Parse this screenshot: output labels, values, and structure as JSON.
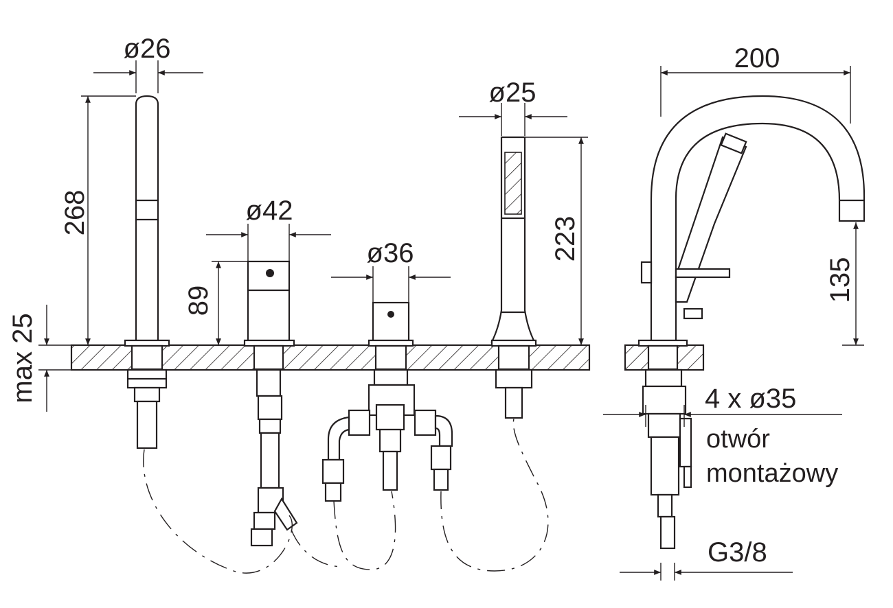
{
  "dimensions": {
    "spout_diameter": "ø26",
    "spout_height": "268",
    "mixer_diameter": "ø42",
    "mixer_height": "89",
    "diverter_diameter": "ø36",
    "handshower_diameter": "ø25",
    "handshower_height": "223",
    "deck_thickness": "max 25",
    "spout_reach": "200",
    "spout_outlet_height": "135",
    "mounting_holes": "4 x ø35",
    "mounting_hole_label_line1": "otwór",
    "mounting_hole_label_line2": "montażowy",
    "connection_thread": "G3/8"
  }
}
